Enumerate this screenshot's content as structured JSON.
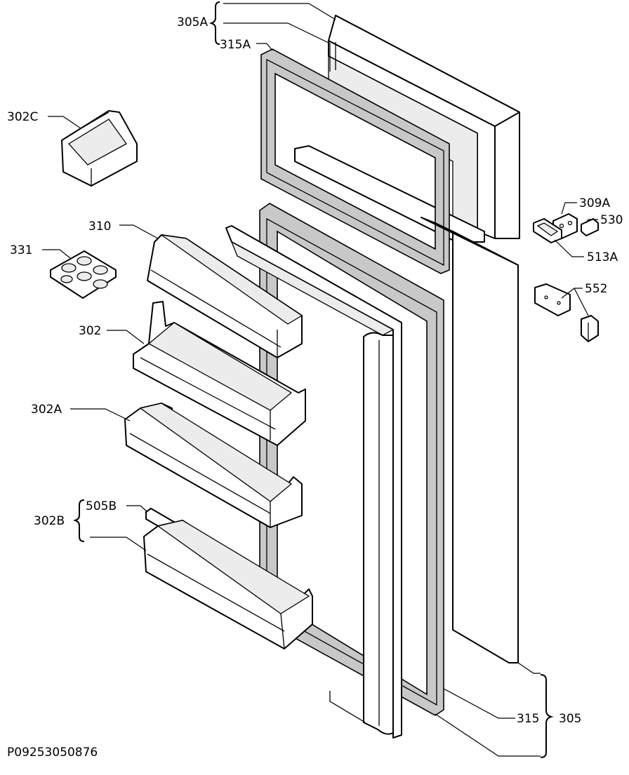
{
  "labels": {
    "l305A": "305A",
    "l315A": "315A",
    "l302C": "302C",
    "l310": "310",
    "l331": "331",
    "l302": "302",
    "l302A": "302A",
    "l302B": "302B",
    "l505B": "505B",
    "l309A": "309A",
    "l530": "530",
    "l513A": "513A",
    "l552": "552",
    "l315": "315",
    "l305": "305"
  },
  "drawing_number": "P09253050876"
}
